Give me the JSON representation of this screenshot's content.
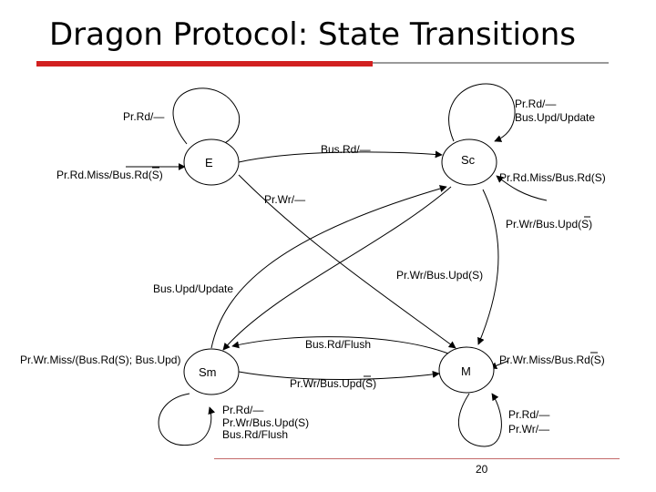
{
  "title": "Dragon Protocol: State Transitions",
  "page_number": "20",
  "states": {
    "E": "E",
    "Sc": "Sc",
    "Sm": "Sm",
    "M": "M"
  },
  "labels": {
    "e_self": "Pr.Rd/—",
    "e_in": "Pr.Rd.Miss/Bus.Rd(S)",
    "e_to_sc": "Bus.Rd/—",
    "sc_self_1": "Pr.Rd/—",
    "sc_self_2": "Bus.Upd/Update",
    "sc_in": "Pr.Rd.Miss/Bus.Rd(S)",
    "e_to_m": "Pr.Wr/—",
    "sc_to_m": "Pr.Wr/Bus.Upd(S)",
    "sc_to_sm": "Pr.Wr/Bus.Upd(S)",
    "sm_to_sc": "Bus.Upd/Update",
    "m_to_sm": "Bus.Rd/Flush",
    "sm_in": "Pr.Wr.Miss/(Bus.Rd(S); Bus.Upd)",
    "sm_to_m": "Pr.Wr/Bus.Upd(S)",
    "m_in": "Pr.Wr.Miss/Bus.Rd(S)",
    "sm_self_1": "Pr.Rd/—",
    "sm_self_2": "Pr.Wr/Bus.Upd(S)",
    "sm_self_3": "Bus.Rd/Flush",
    "m_self_1": "Pr.Rd/—",
    "m_self_2": "Pr.Wr/—"
  }
}
